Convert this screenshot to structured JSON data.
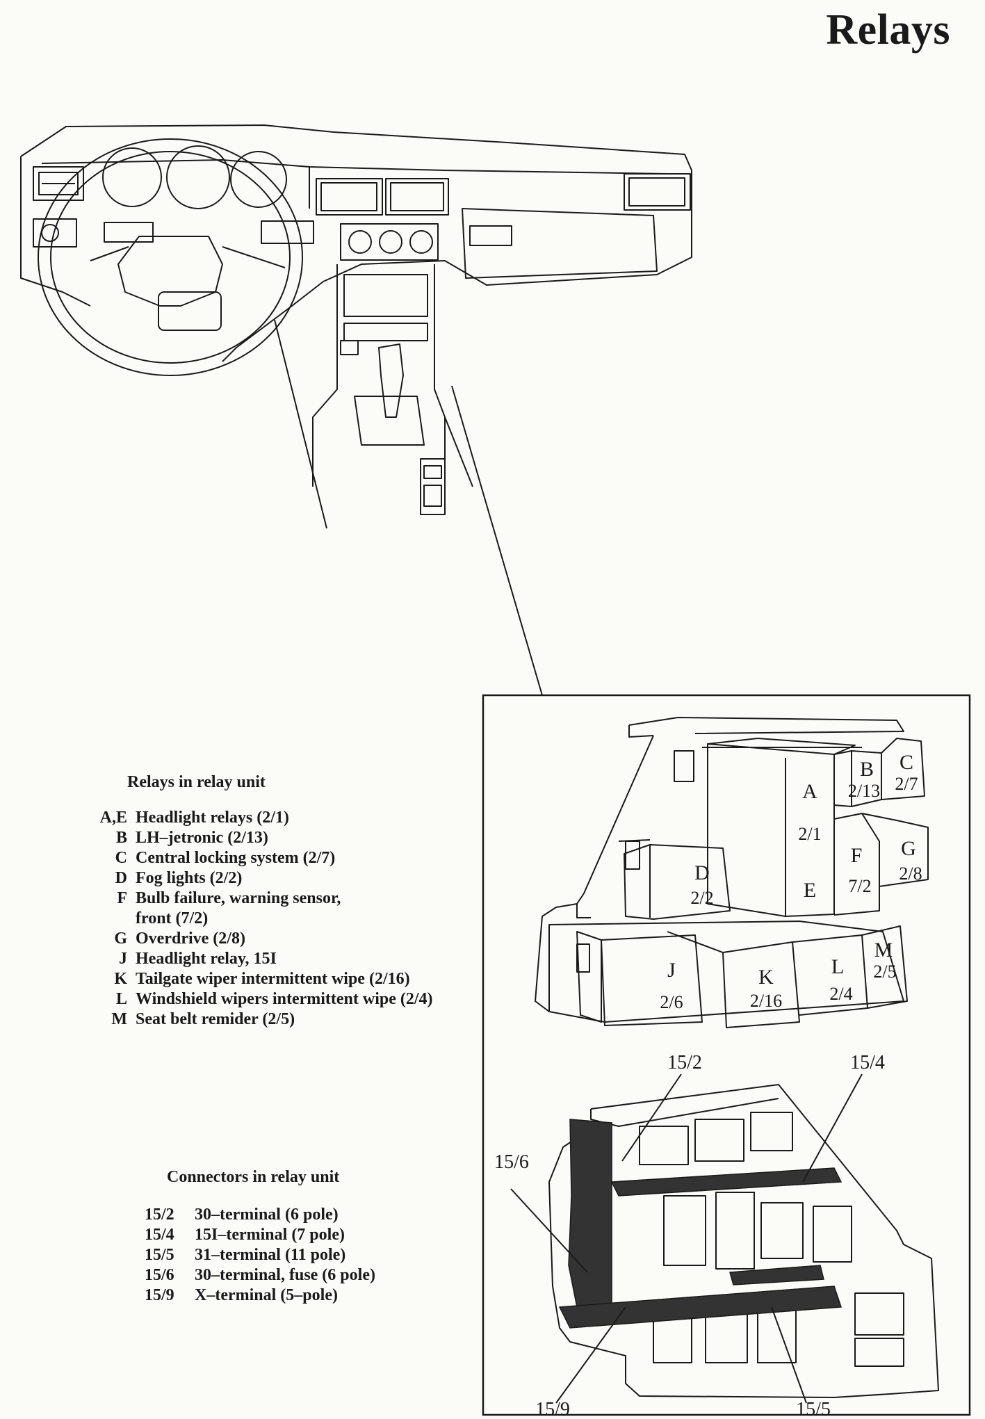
{
  "page": {
    "title": "Relays"
  },
  "relays_section": {
    "heading": "Relays in relay unit",
    "items": [
      {
        "key": "A,E",
        "desc": "Headlight relays (2/1)"
      },
      {
        "key": "B",
        "desc": "LH–jetronic (2/13)"
      },
      {
        "key": "C",
        "desc": "Central locking system (2/7)"
      },
      {
        "key": "D",
        "desc": "Fog lights (2/2)"
      },
      {
        "key": "F",
        "desc": "Bulb failure, warning sensor,"
      },
      {
        "key": "",
        "desc": "front (7/2)"
      },
      {
        "key": "G",
        "desc": "Overdrive (2/8)"
      },
      {
        "key": "J",
        "desc": "Headlight relay, 15I"
      },
      {
        "key": "K",
        "desc": "Tailgate wiper intermittent wipe (2/16)"
      },
      {
        "key": "L",
        "desc": "Windshield wipers intermittent wipe (2/4)"
      },
      {
        "key": "M",
        "desc": "Seat belt remider (2/5)"
      }
    ]
  },
  "connectors_section": {
    "heading": "Connectors in relay unit",
    "items": [
      {
        "key": "15/2",
        "desc": "30–terminal (6 pole)"
      },
      {
        "key": "15/4",
        "desc": "15I–terminal (7 pole)"
      },
      {
        "key": "15/5",
        "desc": "31–terminal (11 pole)"
      },
      {
        "key": "15/6",
        "desc": "30–terminal, fuse (6 pole)"
      },
      {
        "key": "15/9",
        "desc": "X–terminal (5–pole)"
      }
    ]
  },
  "relay_diagram": {
    "labels": {
      "A": "A",
      "A_code": "2/1",
      "E": "E",
      "B": "B",
      "B_code": "2/13",
      "C": "C",
      "C_code": "2/7",
      "D": "D",
      "D_code": "2/2",
      "F": "F",
      "F_code": "7/2",
      "G": "G",
      "G_code": "2/8",
      "J": "J",
      "J_code": "2/6",
      "K": "K",
      "K_code": "2/16",
      "L": "L",
      "L_code": "2/4",
      "M": "M",
      "M_code": "2/5"
    }
  },
  "connector_diagram": {
    "labels": {
      "c15_2": "15/2",
      "c15_4": "15/4",
      "c15_6": "15/6",
      "c15_9": "15/9",
      "c15_5": "15/5"
    }
  },
  "colors": {
    "ink": "#1a1a1a",
    "paper": "#fbfbf8",
    "dark_fill": "#333333"
  }
}
